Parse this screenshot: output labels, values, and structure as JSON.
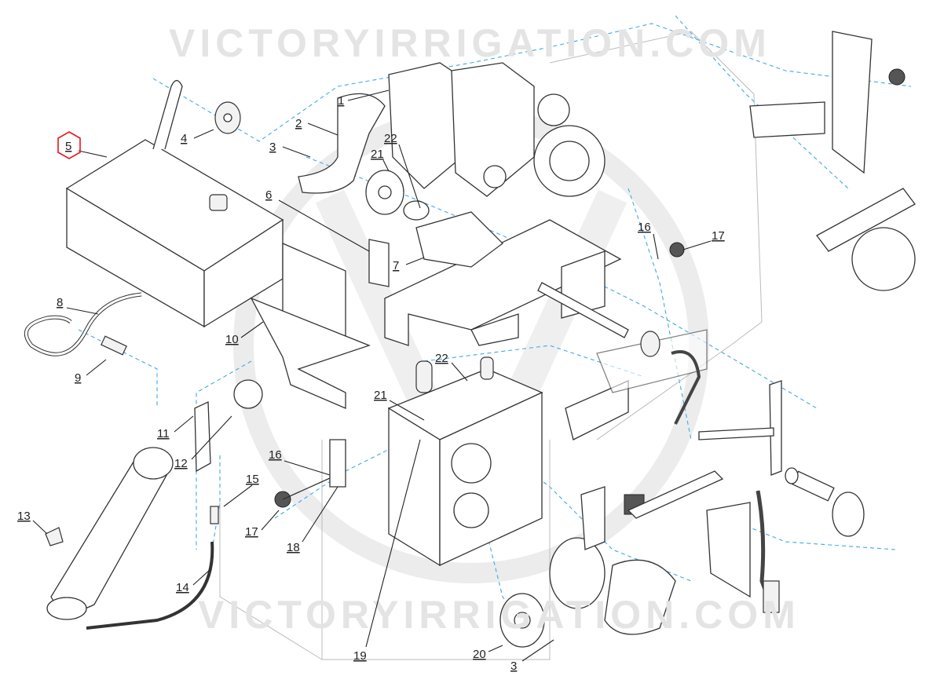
{
  "watermark": {
    "top": "VICTORYIRRIGATION.COM",
    "bottom": "VICTORYIRRIGATION.COM"
  },
  "highlight_color": "#e8141c",
  "guide_color": "#3fa9e8",
  "callouts": [
    {
      "id": "1",
      "label": "1"
    },
    {
      "id": "2",
      "label": "2"
    },
    {
      "id": "3a",
      "label": "3"
    },
    {
      "id": "4",
      "label": "4"
    },
    {
      "id": "5",
      "label": "5",
      "highlighted": true
    },
    {
      "id": "6",
      "label": "6"
    },
    {
      "id": "7",
      "label": "7"
    },
    {
      "id": "8",
      "label": "8"
    },
    {
      "id": "9",
      "label": "9"
    },
    {
      "id": "10",
      "label": "10"
    },
    {
      "id": "11",
      "label": "11"
    },
    {
      "id": "12",
      "label": "12"
    },
    {
      "id": "13",
      "label": "13"
    },
    {
      "id": "14",
      "label": "14"
    },
    {
      "id": "15",
      "label": "15"
    },
    {
      "id": "16a",
      "label": "16"
    },
    {
      "id": "16b",
      "label": "16"
    },
    {
      "id": "17a",
      "label": "17"
    },
    {
      "id": "17b",
      "label": "17"
    },
    {
      "id": "18",
      "label": "18"
    },
    {
      "id": "19",
      "label": "19"
    },
    {
      "id": "20",
      "label": "20"
    },
    {
      "id": "21a",
      "label": "21"
    },
    {
      "id": "21b",
      "label": "21"
    },
    {
      "id": "22a",
      "label": "22"
    },
    {
      "id": "22b",
      "label": "22"
    },
    {
      "id": "3b",
      "label": "3"
    }
  ]
}
